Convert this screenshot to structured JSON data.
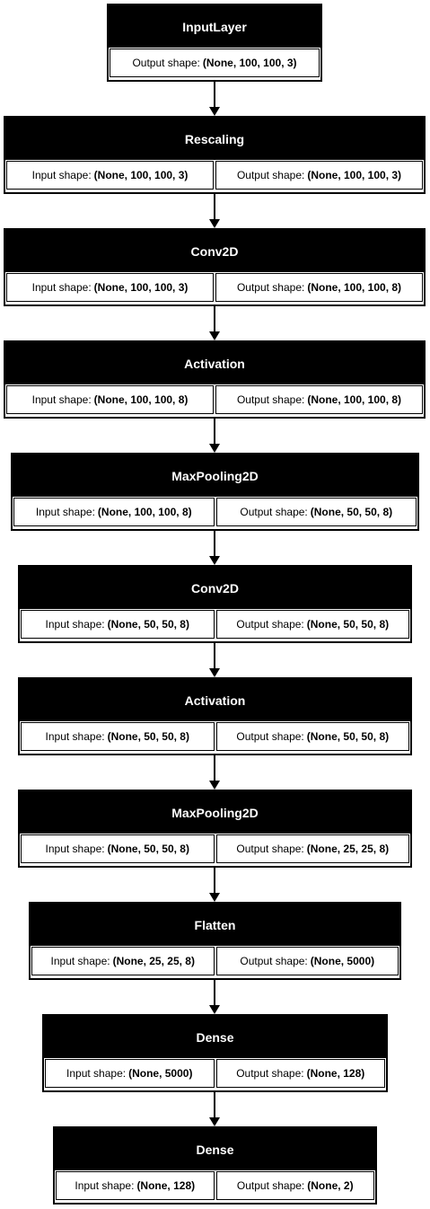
{
  "labels": {
    "input_shape": "Input shape:",
    "output_shape": "Output shape:"
  },
  "layers": [
    {
      "name": "InputLayer",
      "output": "(None, 100, 100, 3)"
    },
    {
      "name": "Rescaling",
      "input": "(None, 100, 100, 3)",
      "output": "(None, 100, 100, 3)"
    },
    {
      "name": "Conv2D",
      "input": "(None, 100, 100, 3)",
      "output": "(None, 100, 100, 8)"
    },
    {
      "name": "Activation",
      "input": "(None, 100, 100, 8)",
      "output": "(None, 100, 100, 8)"
    },
    {
      "name": "MaxPooling2D",
      "input": "(None, 100, 100, 8)",
      "output": "(None, 50, 50, 8)"
    },
    {
      "name": "Conv2D",
      "input": "(None, 50, 50, 8)",
      "output": "(None, 50, 50, 8)"
    },
    {
      "name": "Activation",
      "input": "(None, 50, 50, 8)",
      "output": "(None, 50, 50, 8)"
    },
    {
      "name": "MaxPooling2D",
      "input": "(None, 50, 50, 8)",
      "output": "(None, 25, 25, 8)"
    },
    {
      "name": "Flatten",
      "input": "(None, 25, 25, 8)",
      "output": "(None, 5000)"
    },
    {
      "name": "Dense",
      "input": "(None, 5000)",
      "output": "(None, 128)"
    },
    {
      "name": "Dense",
      "input": "(None, 128)",
      "output": "(None, 2)"
    }
  ]
}
